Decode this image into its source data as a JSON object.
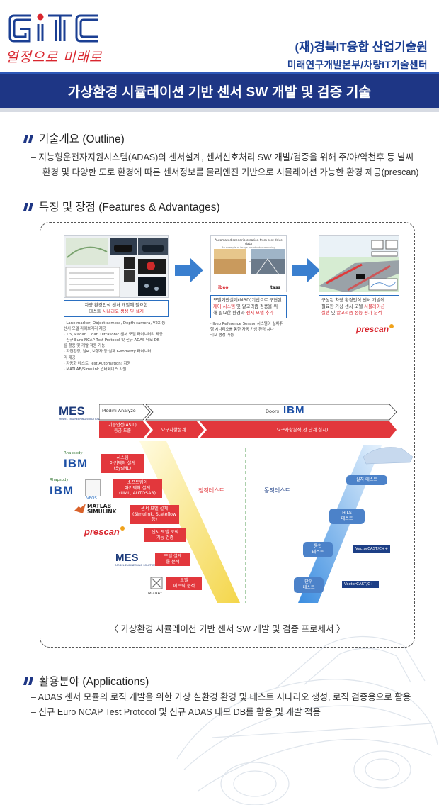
{
  "header": {
    "logo_text": "GITC",
    "slogan": "열정으로 미래로",
    "org_name": "(재)경북IT융합 산업기술원",
    "org_sub": "미래연구개발본부/차량IT기술센터",
    "title": "가상환경 시뮬레이션 기반 센서 SW 개발 및 검증 기술"
  },
  "outline": {
    "heading": "기술개요 (Outline)",
    "lines": [
      "– 지능형운전자지원시스템(ADAS)의 센서설계, 센서신호처리 SW 개발/검증을 위해 주/야/악천후 등 날씨",
      "환경 및 다양한 도로 환경에 따른 센서정보를 물리엔진 기반으로 시뮬레이션 가능한 환경 제공(prescan)"
    ]
  },
  "features": {
    "heading": "특징 및 장점 (Features & Advantages)",
    "step1_caption": [
      "차량 환경인식 센서 개발에 필요한",
      "테스트 ",
      "시나리오 생성 및 설계"
    ],
    "step1_notes": [
      "· Lane marker, Object camera, Depth camera, V2X 등",
      "  센서 모델 라이브러리 제공",
      "· TIS, Radar, Lidar, Ultrasonic 센서 모델 라이브러리 제공",
      "· 신규 Euro NCAP Test Protocol 및 신규 ADAS 데모 DB",
      "  를 활용 및 개발 적용 가능",
      "· 자연환경, 날씨, 보행자 등 실제 Geometry 라이브러",
      "  리 제공",
      "· 자동화 테스트(Test Automation) 지원",
      "· MATLAB/Simulink 인터페이스 지원"
    ],
    "step2_screen_title": "Automated scenario creation from test drive data",
    "step2_screen_sub": "An example of image-based video matching",
    "step2_logo_a": "ibeo",
    "step2_logo_b": "tass",
    "step2_caption": [
      "모델기반설계(MBD)기법으로 구현된",
      "제어 시스템",
      " 및 알고리즘 검증을 위",
      "해 필요한 환경과 ",
      "센서 모델 추가"
    ],
    "step2_notes": [
      "· Ibeo Reference Sensor 시스템이 실차주",
      "  행 시나리오를 통한 자동 가상 환경 시나",
      "  리오 생성 가능"
    ],
    "step2_notes_hl": "Ibeo Reference Sensor",
    "step3_caption": [
      "구성된 차량 환경인식 센서 개발에",
      "필요한 가상 센서 모델 ",
      "시뮬레이션",
      "실행",
      " 및 ",
      "알고리즘 성능 평가 분석"
    ],
    "prescan_logo": "prescan",
    "vmodel": {
      "mes_logo": "MES",
      "mes_sub": "MODEL ENGINEERING SOLUTIONS",
      "medini": "Medini Analyze",
      "doors": "Doors",
      "ibm": "IBM",
      "asil": [
        "기능안전(ASIL)",
        "등급 도출"
      ],
      "req_design": "요구사항설계",
      "req_analysis": "요구사항분석(전 단계 실시)",
      "left_steps": [
        [
          "시스템",
          "아키텍처 설계",
          "(SysML)"
        ],
        [
          "소프트웨어",
          "아키텍처 설계",
          "(UML, AUTOSAR)"
        ],
        [
          "센서 모델 설계",
          "(Simulink, Stateflow 등)"
        ],
        [
          "센서 모델 로직",
          "기능 검증"
        ],
        [
          "모델 설계",
          "툴 분석"
        ],
        [
          "모델",
          "메트릭 분석"
        ]
      ],
      "rhapsody": "Rhapsody",
      "veos": "VEOS",
      "matlab": "MATLAB",
      "simulink": "SIMULINK",
      "mxray": "M-XRAY",
      "static_test": "정적테스트",
      "dynamic_test": "동적테스트",
      "right_steps": [
        [
          "실차 테스트"
        ],
        [
          "HILS",
          "테스트"
        ],
        [
          "통합",
          "테스트"
        ],
        [
          "단위",
          "테스트"
        ]
      ],
      "vectorcast": "VectorCAST/C++"
    }
  },
  "caption": "〈 가상환경 시뮬레이션 기반 센서 SW 개발 및 검증 프로세서 〉",
  "applications": {
    "heading": "활용분야 (Applications)",
    "lines": [
      "– ADAS 센서 모듈의 로직 개발을 위한 가상 실환경 환경 및 테스트 시나리오 생성, 로직 검증용으로 활용",
      "– 신규 Euro NCAP Test Protocol 및 신규 ADAS 데모 DB를 활용 및 개발 적용"
    ]
  },
  "colors": {
    "brand_blue": "#1e3685",
    "brand_red": "#d9262e",
    "accent_yellow": "#f0a21a"
  }
}
